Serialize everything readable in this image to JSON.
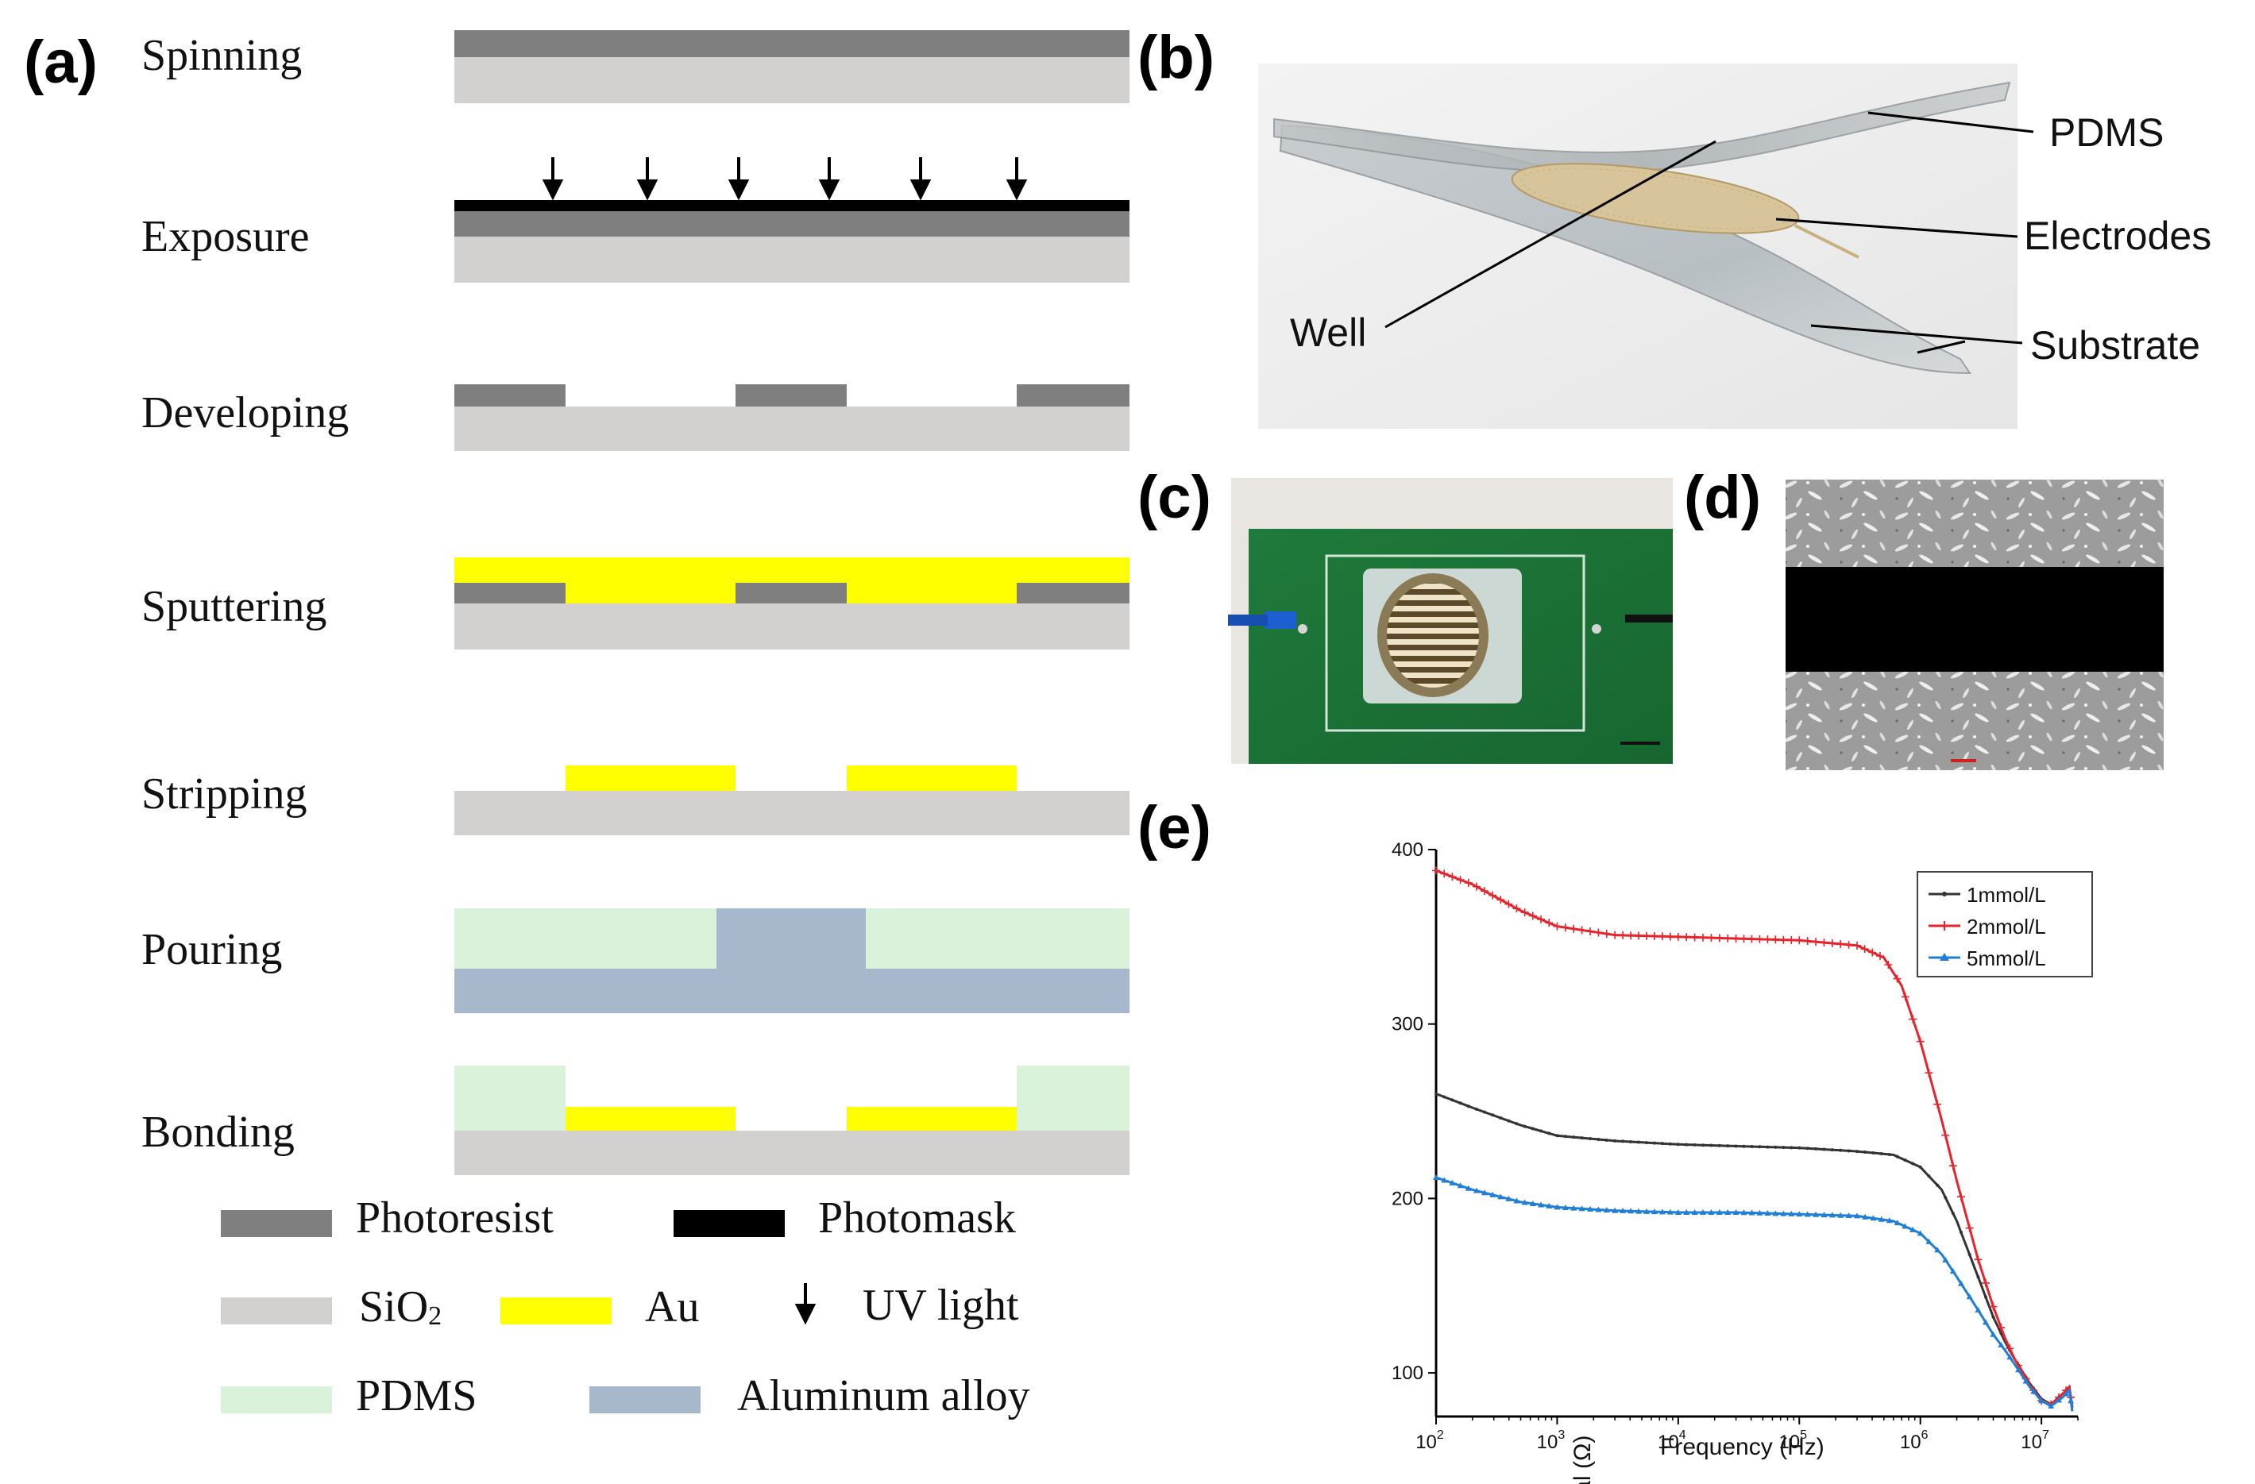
{
  "panels": {
    "a": "(a)",
    "b": "(b)",
    "c": "(c)",
    "d": "(d)",
    "e": "(e)"
  },
  "process_steps": [
    "Spinning",
    "Exposure",
    "Developing",
    "Sputtering",
    "Stripping",
    "Pouring",
    "Bonding"
  ],
  "materials_legend": {
    "photoresist": "Photoresist",
    "photomask": "Photomask",
    "sio2_main": "SiO",
    "sio2_sub": "2",
    "au": "Au",
    "uv_light": "UV light",
    "pdms": "PDMS",
    "aluminum_alloy": "Aluminum alloy"
  },
  "colors": {
    "photoresist": "#7f7f7f",
    "photomask": "#000000",
    "sio2": "#d3d0d0",
    "au": "#ffff00",
    "pdms": "#d9f2d9",
    "aluminum_alloy": "#a7b8cc",
    "series_1mmol": "#333333",
    "series_2mmol": "#e8232b",
    "series_5mmol": "#1f7ed8"
  },
  "device_callouts": {
    "pdms": "PDMS",
    "electrodes": "Electrodes",
    "well": "Well",
    "substrate": "Substrate"
  },
  "chart_data": {
    "type": "line",
    "xlabel": "Frequency (Hz)",
    "ylabel": "Real (Ω)",
    "x_scale": "log",
    "xlim": [
      100,
      20000000
    ],
    "ylim": [
      75,
      400
    ],
    "x_ticks": [
      {
        "base": "10",
        "exp": "2",
        "value": 100
      },
      {
        "base": "10",
        "exp": "3",
        "value": 1000
      },
      {
        "base": "10",
        "exp": "4",
        "value": 10000
      },
      {
        "base": "10",
        "exp": "5",
        "value": 100000
      },
      {
        "base": "10",
        "exp": "6",
        "value": 1000000
      },
      {
        "base": "10",
        "exp": "7",
        "value": 10000000
      }
    ],
    "y_ticks": [
      100,
      200,
      300,
      400
    ],
    "legend_position": "top-right",
    "series": [
      {
        "name": "1mmol/L",
        "color_key": "series_1mmol",
        "marker": "point",
        "x": [
          100,
          200,
          500,
          1000,
          3000,
          10000,
          30000,
          100000,
          300000,
          600000,
          1000000,
          1500000,
          2000000,
          3000000,
          4000000,
          5000000,
          6000000,
          8000000,
          10000000,
          12000000,
          15000000,
          17000000,
          18000000
        ],
        "values": [
          260,
          252,
          242,
          236,
          233,
          231,
          230,
          229,
          227,
          225,
          218,
          205,
          187,
          155,
          132,
          118,
          108,
          94,
          85,
          82,
          88,
          92,
          80
        ]
      },
      {
        "name": "2mmol/L",
        "color_key": "series_2mmol",
        "marker": "plus",
        "x": [
          100,
          200,
          500,
          1000,
          3000,
          10000,
          30000,
          100000,
          300000,
          500000,
          700000,
          1000000,
          1500000,
          2000000,
          3000000,
          4000000,
          5000000,
          6000000,
          8000000,
          10000000,
          12000000,
          15000000,
          17000000,
          18000000
        ],
        "values": [
          388,
          380,
          365,
          356,
          351,
          350,
          349,
          348,
          345,
          338,
          322,
          290,
          245,
          210,
          165,
          138,
          120,
          108,
          93,
          84,
          82,
          88,
          92,
          80
        ]
      },
      {
        "name": "5mmol/L",
        "color_key": "series_5mmol",
        "marker": "triangle",
        "x": [
          100,
          200,
          500,
          1000,
          3000,
          10000,
          30000,
          100000,
          300000,
          600000,
          1000000,
          1500000,
          2000000,
          3000000,
          4000000,
          5000000,
          6000000,
          8000000,
          10000000,
          12000000,
          15000000,
          17000000,
          18000000
        ],
        "values": [
          212,
          205,
          198,
          195,
          193,
          192,
          192,
          191,
          190,
          187,
          180,
          168,
          155,
          136,
          122,
          113,
          105,
          92,
          84,
          81,
          86,
          90,
          78
        ]
      }
    ]
  }
}
